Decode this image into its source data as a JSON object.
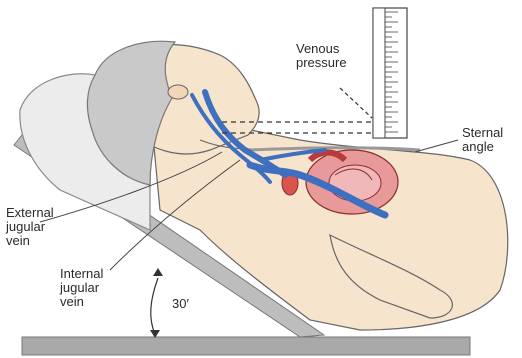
{
  "labels": {
    "venous_pressure": "Venous\npressure",
    "sternal_angle": "Sternal\nangle",
    "external_jugular_vein": "External\njugular\nvein",
    "internal_jugular_vein": "Internal\njugular\nvein",
    "angle": "30′"
  },
  "colors": {
    "skin": "#f7e4cd",
    "hair": "#c9c9c9",
    "vein": "#3f6fbf",
    "heart": "#e8999a",
    "heart_dark": "#b83a3a",
    "bed": "#bdbdbd",
    "floor": "#a9a9a9",
    "outline": "#555555"
  }
}
